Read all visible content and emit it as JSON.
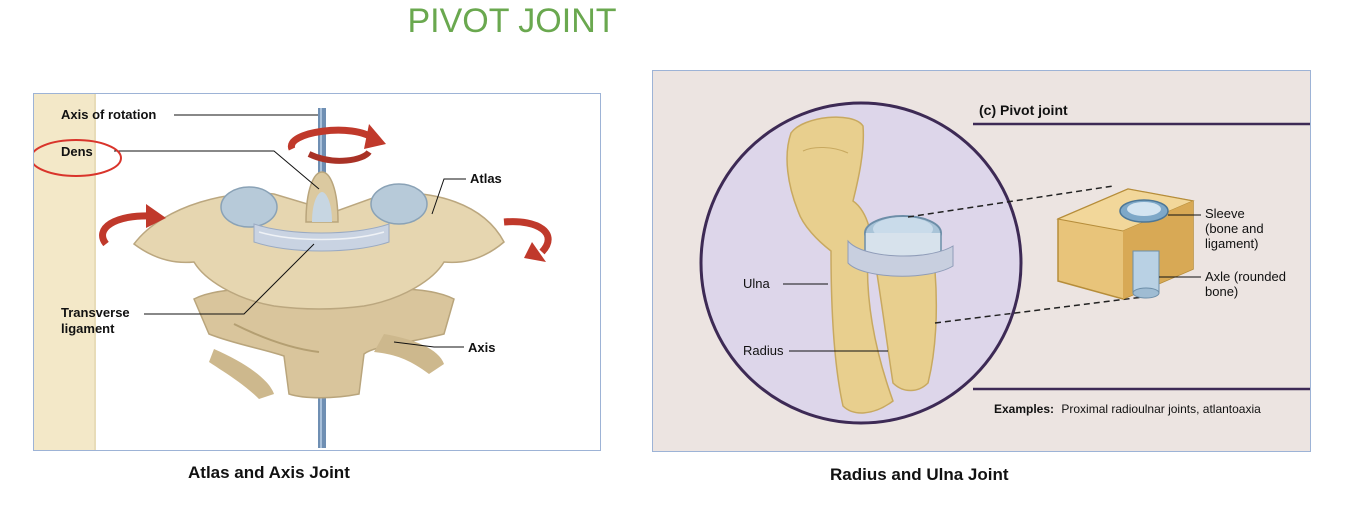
{
  "title": "PIVOT JOINT",
  "left_figure": {
    "caption": "Atlas and Axis Joint",
    "labels": {
      "axis_of_rotation": "Axis of rotation",
      "dens": "Dens",
      "atlas": "Atlas",
      "transverse_1": "Transverse",
      "transverse_2": "ligament",
      "axis": "Axis"
    }
  },
  "right_figure": {
    "caption": "Radius and Ulna Joint",
    "heading": "(c) Pivot joint",
    "labels": {
      "ulna": "Ulna",
      "radius": "Radius",
      "sleeve_1": "Sleeve",
      "sleeve_2": "(bone and",
      "sleeve_3": "ligament)",
      "axle_1": "Axle (rounded",
      "axle_2": "bone)"
    },
    "examples_label": "Examples:",
    "examples_text": "Proximal radioulnar joints, atlantoaxia"
  },
  "colors": {
    "title": "#6aa84f",
    "arrow": "#c0392b",
    "bone": "#e6d6b0",
    "cartilage": "#a9c4d8",
    "circle_border": "#3d2a55",
    "circle_fill": "#ddd6ea",
    "panel_border": "#9db3d6"
  }
}
